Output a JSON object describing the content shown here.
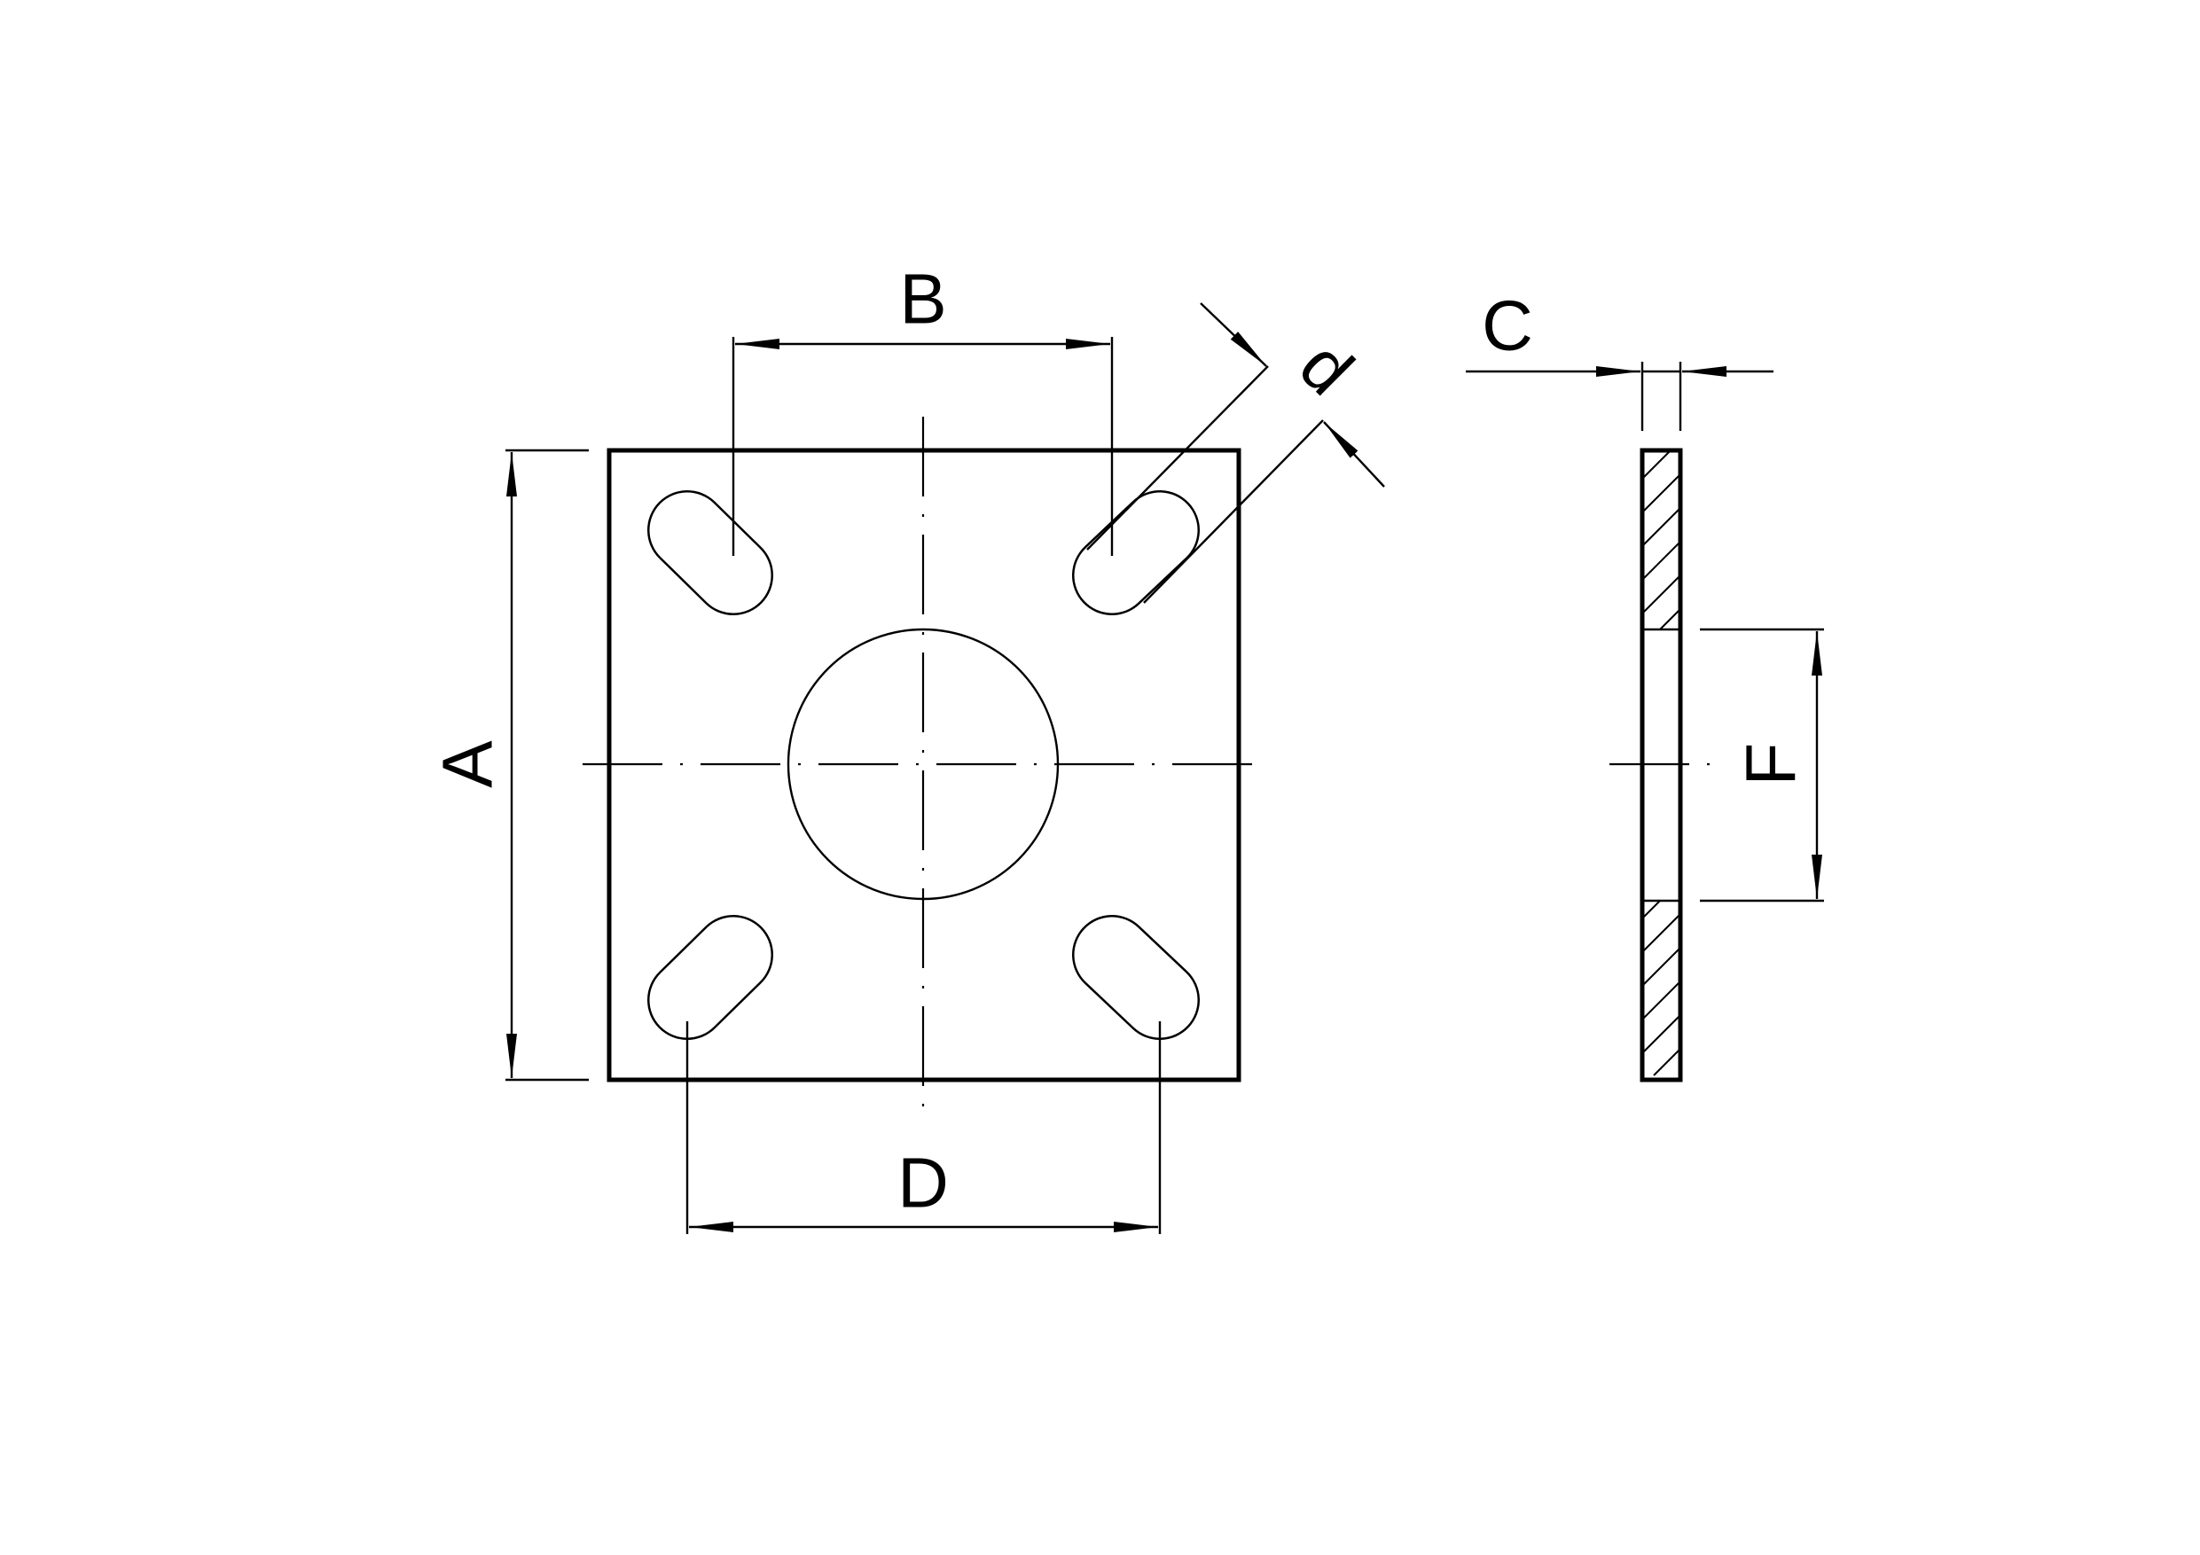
{
  "drawing": {
    "labels": {
      "A": "A",
      "B": "B",
      "C": "C",
      "D": "D",
      "F": "F",
      "d": "d"
    },
    "line_color": "#000000",
    "background": "#ffffff"
  }
}
